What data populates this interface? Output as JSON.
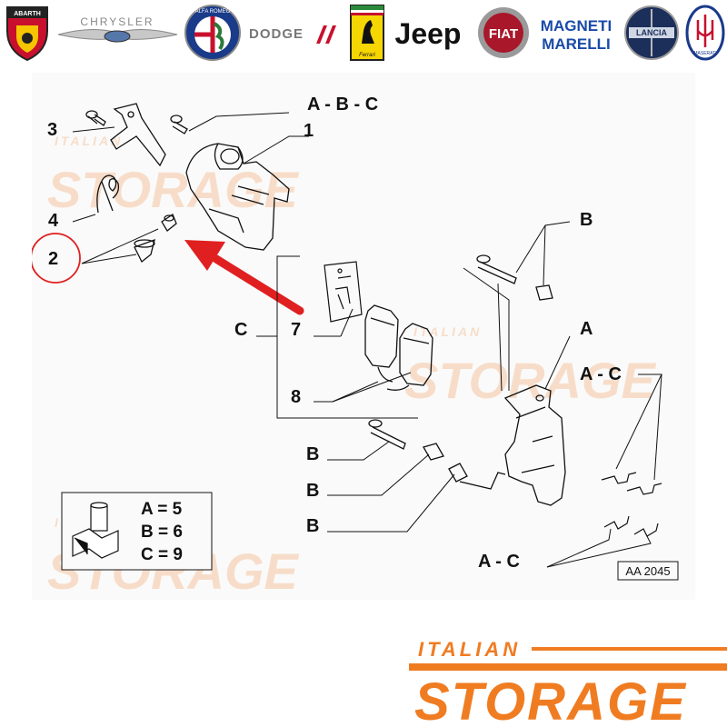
{
  "brand_logos": [
    {
      "name": "Abarth",
      "text": "ABARTH"
    },
    {
      "name": "Chrysler",
      "text": "CHRYSLER"
    },
    {
      "name": "Alfa Romeo",
      "text": "ALFA ROMEO"
    },
    {
      "name": "Dodge",
      "text": "DODGE"
    },
    {
      "name": "Ferrari",
      "text": "Ferrari"
    },
    {
      "name": "Jeep",
      "text": "Jeep"
    },
    {
      "name": "Fiat",
      "text": "FIAT"
    },
    {
      "name": "Magneti Marelli",
      "text_line1": "MAGNETI",
      "text_line2": "MARELLI"
    },
    {
      "name": "Lancia",
      "text": "LANCIA"
    },
    {
      "name": "Maserati",
      "text": "MASERATI"
    }
  ],
  "watermark": {
    "line1": "ITALIAN",
    "line2": "STORAGE"
  },
  "diagram": {
    "callouts": {
      "abc": "A - B - C",
      "n1": "1",
      "n2": "2",
      "n3": "3",
      "n4": "4",
      "n7": "7",
      "n8": "8",
      "c": "C",
      "b_top": "B",
      "a": "A",
      "ac_right": "A - C",
      "b1": "B",
      "b2": "B",
      "b3": "B",
      "ac_bottom": "A - C"
    },
    "legend": {
      "a": "A = 5",
      "b": "B = 6",
      "c": "C = 9"
    },
    "ref_code": "AA 2045"
  },
  "footer_brand": {
    "line1": "ITALIAN",
    "line2": "STORAGE"
  },
  "colors": {
    "brand_orange": "#f07c22",
    "arrow_red": "#e02020",
    "highlight_red": "#e02020",
    "ink": "#111111"
  }
}
